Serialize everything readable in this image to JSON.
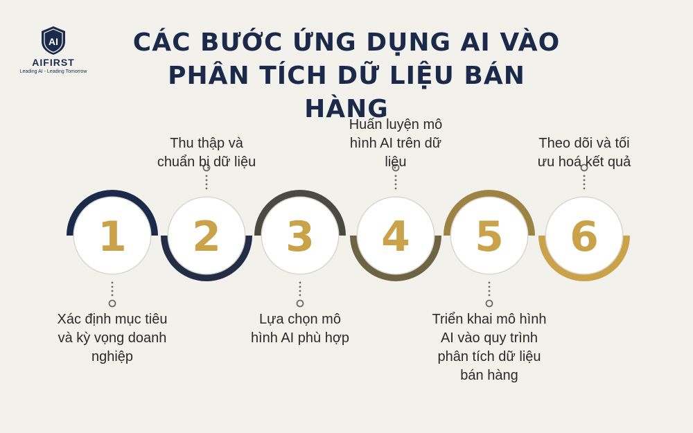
{
  "logo": {
    "mark": "AI",
    "name": "AIFIRST",
    "tagline": "Leading AI - Leading Tomorrow"
  },
  "title": {
    "line1": "CÁC BƯỚC ỨNG DỤNG AI VÀO",
    "line2": "PHÂN TÍCH DỮ LIỆU BÁN HÀNG"
  },
  "colors": {
    "navy": "#1b2a4a",
    "gold": "#c9a24a",
    "text": "#2a2a2a",
    "background": "#f3f1ec"
  },
  "steps": [
    {
      "number": "1",
      "label": "Xác định mục tiêu và kỳ vọng doanh nghiệp",
      "position": "below",
      "ring": "#1b2a4a"
    },
    {
      "number": "2",
      "label": "Thu thập và chuẩn bị dữ liệu",
      "position": "above",
      "ring": "#232d45"
    },
    {
      "number": "3",
      "label": "Lựa chọn mô hình AI phù hợp",
      "position": "below",
      "ring": "#4a4a42"
    },
    {
      "number": "4",
      "label": "Huấn luyện mô hình AI trên dữ liệu",
      "position": "above",
      "ring": "#6e6343"
    },
    {
      "number": "5",
      "label": "Triển khai mô hình AI vào quy trình phân tích dữ liệu bán hàng",
      "position": "below",
      "ring": "#9c8243"
    },
    {
      "number": "6",
      "label": "Theo dõi và tối ưu hoá kết quả",
      "position": "above",
      "ring": "#c9a24a"
    }
  ]
}
